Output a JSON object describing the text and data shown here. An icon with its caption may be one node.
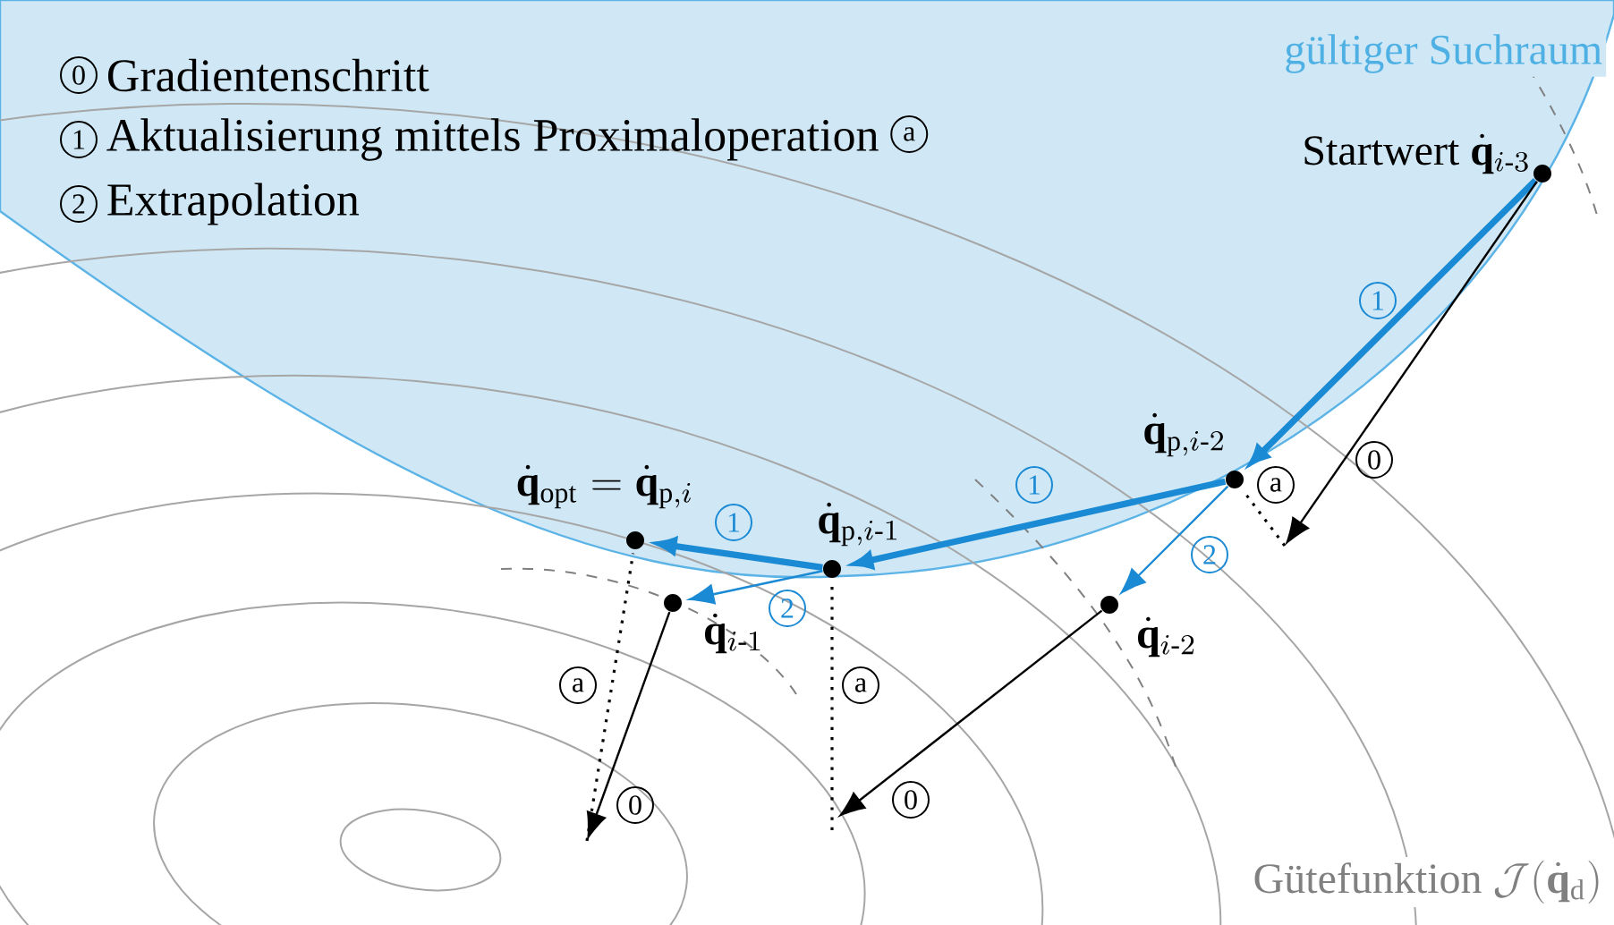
{
  "diagram": {
    "nodes": [
      {
        "text": [
          "Startwert",
          "\\dot{\\mathbf{q}}_{i\\text{-}3}"
        ]
      },
      {
        "text": [
          "\\dot{\\mathbf{q}}_{\\mathrm{p},i\\text{-}2}"
        ]
      },
      {
        "text": [
          "\\dot{\\mathbf{q}}_{i\\text{-}2}"
        ]
      },
      {
        "text": [
          "\\dot{\\mathbf{q}}_{\\mathrm{p},i\\text{-}1}"
        ]
      },
      {
        "text": [
          "\\dot{\\mathbf{q}}_{i\\text{-}1}"
        ]
      },
      {
        "text": [
          "\\dot{\\mathbf{q}}_\\mathrm{opt} = \\dot{\\mathbf{q}}_{\\mathrm{p},i}"
        ]
      }
    ],
    "edges": [
      {
        "from": 0,
        "to": 1,
        "arrow": "to",
        "label": "1",
        "style": "thick",
        "color": "#1a8ad4"
      },
      {
        "from": 0,
        "to": null,
        "arrow": "to",
        "label": "0"
      },
      {
        "from": null,
        "to": 1,
        "arrow": "none",
        "label": "a",
        "style": "dashed"
      },
      {
        "from": 1,
        "to": 3,
        "arrow": "to",
        "label": "1",
        "style": "thick",
        "color": "#1a8ad4"
      },
      {
        "from": 1,
        "to": 2,
        "arrow": "to",
        "label": "2",
        "color": "#1a8ad4"
      },
      {
        "from": 2,
        "to": null,
        "arrow": "to",
        "label": "0"
      },
      {
        "from": null,
        "to": 3,
        "arrow": "none",
        "label": "a",
        "style": "dashed"
      },
      {
        "from": 3,
        "to": 5,
        "arrow": "to",
        "label": "1",
        "style": "thick",
        "color": "#1a8ad4"
      },
      {
        "from": 3,
        "to": 4,
        "arrow": "to",
        "label": "2",
        "color": "#1a8ad4"
      },
      {
        "from": 4,
        "to": null,
        "arrow": "to",
        "label": "0"
      },
      {
        "from": null,
        "to": 5,
        "arrow": "none",
        "label": "a",
        "style": "dashed"
      }
    ],
    "labels": [
      "0",
      "1",
      "a",
      "2",
      "gültiger Suchraum",
      "Gütefunktion",
      "\\mathcal{J}(\\dot{\\mathbf{q}}_\\mathrm{d})"
    ],
    "legend": [
      {
        "text": "Gradientenschritt"
      },
      {
        "text": "Aktualisierung mittels Proximaloperation"
      },
      {
        "text": "Extrapolation"
      }
    ]
  }
}
